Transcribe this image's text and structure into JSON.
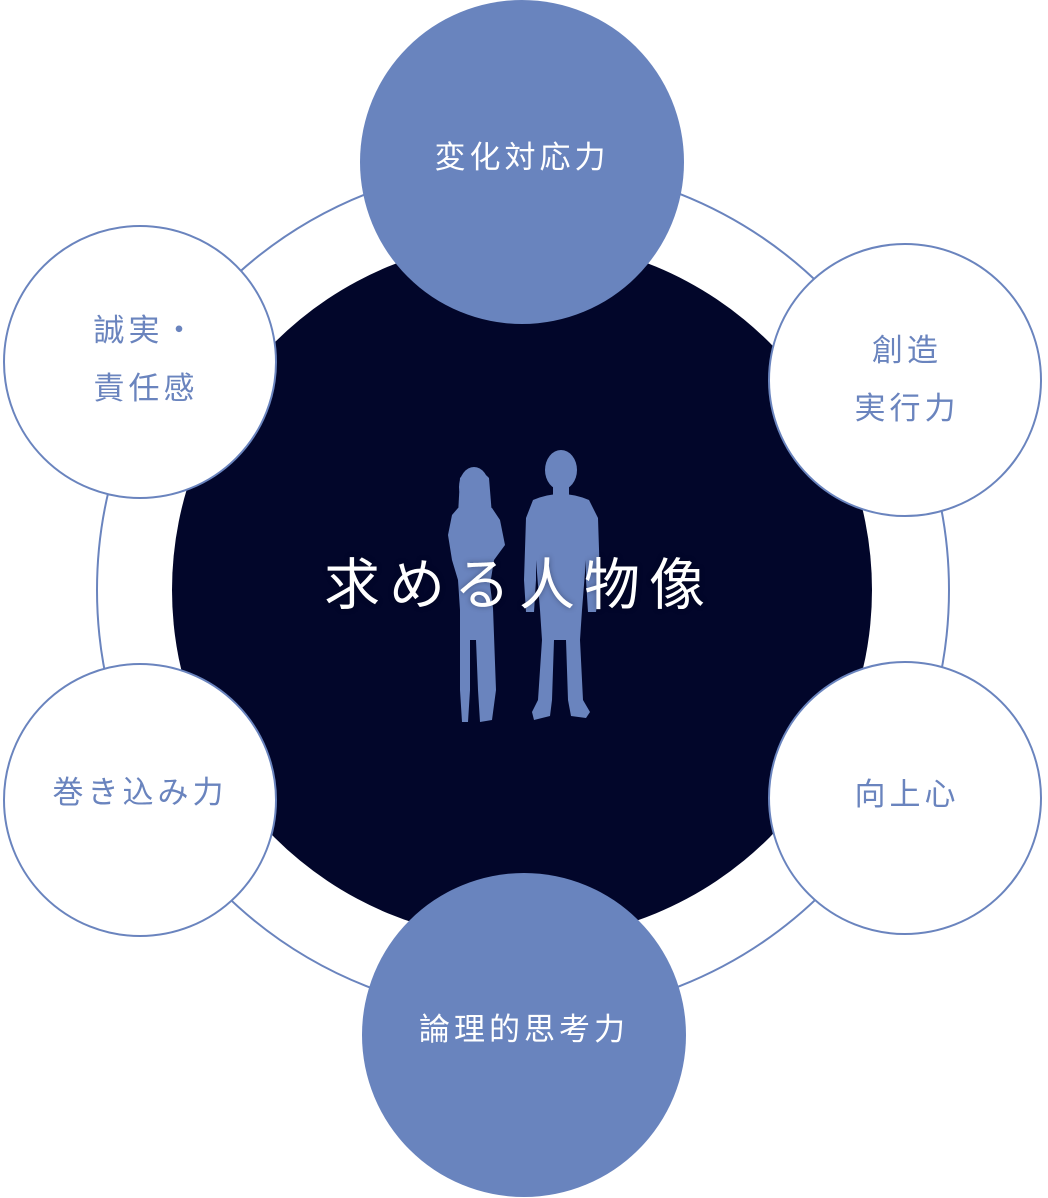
{
  "center": {
    "title": "求める人物像"
  },
  "nodes": [
    {
      "id": "adaptability",
      "lines": [
        "変化対応力"
      ],
      "style": "filled"
    },
    {
      "id": "creative-execution",
      "lines": [
        "創造",
        "実行力"
      ],
      "style": "outline"
    },
    {
      "id": "growth-mindset",
      "lines": [
        "向上心"
      ],
      "style": "outline"
    },
    {
      "id": "logical-thinking",
      "lines": [
        "論理的思考力"
      ],
      "style": "filled"
    },
    {
      "id": "involvement",
      "lines": [
        "巻き込み力"
      ],
      "style": "outline"
    },
    {
      "id": "integrity",
      "lines": [
        "誠実・",
        "責任感"
      ],
      "style": "outline"
    }
  ],
  "colors": {
    "center_fill": "#02062a",
    "node_fill": "#6984be",
    "node_outline": "#6a84be",
    "ring": "#6a84be",
    "silhouette": "#6a84be",
    "background": "#ffffff"
  }
}
